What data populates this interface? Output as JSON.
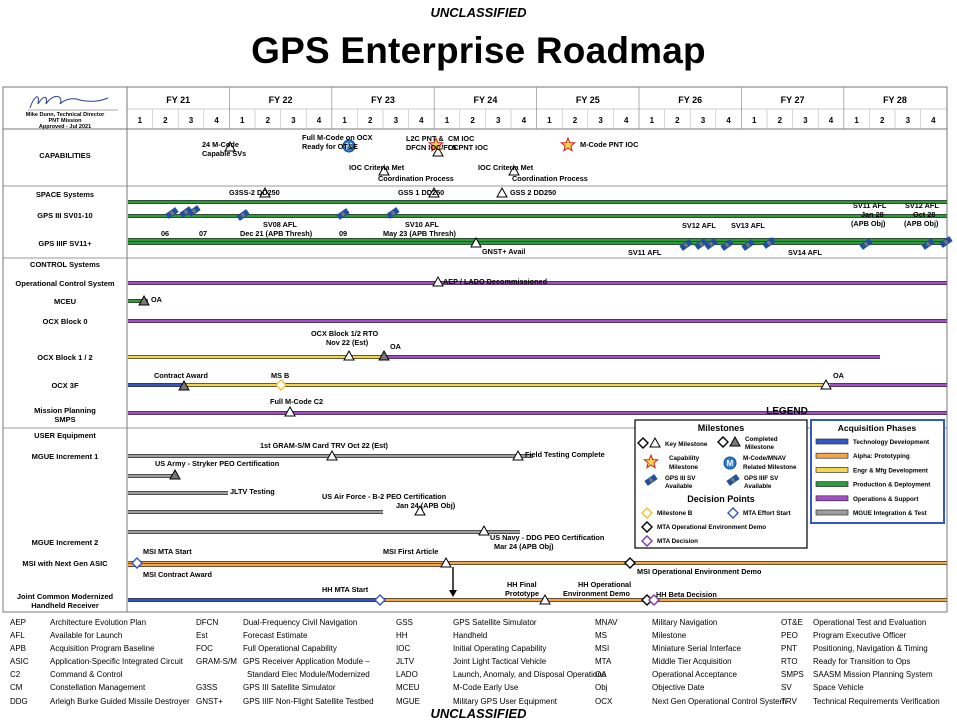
{
  "classification_top": "UNCLASSIFIED",
  "classification_bottom": "UNCLASSIFIED",
  "title": "GPS Enterprise Roadmap",
  "signature": {
    "line1": "Mike Dunn, Technical Director",
    "line2": "PNT Mission",
    "line3": "Approved - Jul 2021"
  },
  "colors": {
    "space": "#2e9b3a",
    "control": "#a64ec8",
    "planning": "#a64ec8",
    "ocx": "#f3d64a",
    "user": "#9e9e9e",
    "msi": "#f3a64a",
    "blue": "#3557c4",
    "star": "#f3d64a",
    "star_edge": "#d32020",
    "sat": "#1f4fa0"
  },
  "chart_data": {
    "type": "gantt",
    "fiscal_years": [
      "FY 21",
      "FY 22",
      "FY 23",
      "FY 24",
      "FY 25",
      "FY 26",
      "FY 27",
      "FY 28"
    ],
    "quarters": [
      "1",
      "2",
      "3",
      "4"
    ],
    "rows": [
      {
        "label": "CAPABILITIES",
        "bold": true
      },
      {
        "label": "SPACE Systems",
        "bold": true
      },
      {
        "label": "GPS III SV01-10",
        "bold": true
      },
      {
        "label": "GPS IIIF SV11+",
        "bold": true
      },
      {
        "label": "CONTROL Systems",
        "bold": true
      },
      {
        "label": "Operational Control System",
        "bold": true
      },
      {
        "label": "MCEU",
        "bold": true
      },
      {
        "label": "OCX Block 0",
        "bold": true
      },
      {
        "label": "OCX Block 1 / 2",
        "bold": true
      },
      {
        "label": "OCX 3F",
        "bold": true
      },
      {
        "label": "Mission Planning",
        "bold": true
      },
      {
        "label": "SMPS",
        "bold": true
      },
      {
        "label": "USER Equipment",
        "bold": true
      },
      {
        "label": "MGUE Increment 1",
        "bold": true
      },
      {
        "label": "MGUE Increment 2",
        "bold": true
      },
      {
        "label": "MSI with Next Gen ASIC",
        "bold": true
      },
      {
        "label": "Joint Common Modernized",
        "bold": true
      },
      {
        "label": "Handheld Receiver",
        "bold": true
      }
    ],
    "annotations": [
      {
        "text": "24 M-Code"
      },
      {
        "text": "Capable SVs"
      },
      {
        "text": "Full M-Code on OCX"
      },
      {
        "text": "Ready for OT&E"
      },
      {
        "text": "L2C PNT &"
      },
      {
        "text": "DFCN IOC/FOC"
      },
      {
        "text": "CM IOC"
      },
      {
        "text": "L5 PNT IOC"
      },
      {
        "text": "M-Code PNT IOC"
      },
      {
        "text": "IOC Criteria Met"
      },
      {
        "text": "Coordination Process"
      },
      {
        "text": "IOC Criteria Met"
      },
      {
        "text": "Coordination Process"
      },
      {
        "text": "G3SS-2 DD250"
      },
      {
        "text": "GSS 1 DD250"
      },
      {
        "text": "GSS 2 DD250"
      },
      {
        "text": "06"
      },
      {
        "text": "07"
      },
      {
        "text": "SV08 AFL"
      },
      {
        "text": "Dec 21 (APB Thresh)"
      },
      {
        "text": "09"
      },
      {
        "text": "SV10 AFL"
      },
      {
        "text": "May 23 (APB Thresh)"
      },
      {
        "text": "GNST+ Avail"
      },
      {
        "text": "SV11 AFL"
      },
      {
        "text": "Jan 28"
      },
      {
        "text": "(APB Obj)"
      },
      {
        "text": "SV12 AFL"
      },
      {
        "text": "Oct 28"
      },
      {
        "text": "(APB Obj)"
      },
      {
        "text": "SV12 AFL"
      },
      {
        "text": "SV13 AFL"
      },
      {
        "text": "SV11 AFL"
      },
      {
        "text": "SV14 AFL"
      },
      {
        "text": "AEP / LADO Decommissioned"
      },
      {
        "text": "OA"
      },
      {
        "text": "OCX Block 1/2 RTO"
      },
      {
        "text": "Nov 22 (Est)"
      },
      {
        "text": "OA"
      },
      {
        "text": "Contract Award"
      },
      {
        "text": "MS B"
      },
      {
        "text": "OA"
      },
      {
        "text": "Full M-Code C2"
      },
      {
        "text": "1st GRAM-S/M Card TRV  Oct 22 (Est)"
      },
      {
        "text": "Field Testing Complete"
      },
      {
        "text": "US Army - Stryker PEO Certification"
      },
      {
        "text": "JLTV Testing"
      },
      {
        "text": "US Air Force - B-2 PEO Certification"
      },
      {
        "text": "Jan 24 (APB Obj)"
      },
      {
        "text": "US Navy - DDG PEO Certification"
      },
      {
        "text": "Mar 24 (APB Obj)"
      },
      {
        "text": "MSI MTA Start"
      },
      {
        "text": "MSI First Article"
      },
      {
        "text": "MSI Contract Award"
      },
      {
        "text": "MSI Operational Environment Demo"
      },
      {
        "text": "HH MTA Start"
      },
      {
        "text": "HH Final"
      },
      {
        "text": "Prototype"
      },
      {
        "text": "HH Operational"
      },
      {
        "text": "Environment Demo"
      },
      {
        "text": "HH Beta Decision"
      }
    ],
    "legend": {
      "title": "LEGEND",
      "milestones_title": "Milestones",
      "milestones": [
        {
          "text": "Key Milestone"
        },
        {
          "text": "Completed"
        },
        {
          "text": "Milestone"
        },
        {
          "text": "Capability"
        },
        {
          "text": "Milestone"
        },
        {
          "text": "M-Code/MNAV"
        },
        {
          "text": "Related Milestone"
        },
        {
          "text": "GPS III SV"
        },
        {
          "text": "Available"
        },
        {
          "text": "GPS IIIF SV"
        },
        {
          "text": "Available"
        }
      ],
      "decision_title": "Decision Points",
      "decisions": [
        {
          "text": "Milestone B"
        },
        {
          "text": "MTA Effort Start"
        },
        {
          "text": "MTA Operational Environment Demo"
        },
        {
          "text": "MTA Decision"
        }
      ],
      "phases_title": "Acquisition Phases",
      "phases": [
        {
          "text": "Technology Development",
          "color": "#3557c4"
        },
        {
          "text": "Alpha: Prototyping",
          "color": "#f3a64a"
        },
        {
          "text": "Engr & Mfg Development",
          "color": "#f3d64a"
        },
        {
          "text": "Production & Deployment",
          "color": "#2e9b3a"
        },
        {
          "text": "Operations & Support",
          "color": "#a64ec8"
        },
        {
          "text": "MGUE Integration & Test",
          "color": "#9e9e9e"
        }
      ]
    }
  },
  "abbreviations": [
    [
      [
        "AEP",
        "Architecture Evolution Plan"
      ],
      [
        "AFL",
        "Available for Launch"
      ],
      [
        "APB",
        "Acquisition Program Baseline"
      ],
      [
        "ASIC",
        "Application-Specific Integrated Circuit"
      ],
      [
        "C2",
        "Command & Control"
      ],
      [
        "CM",
        "Constellation Management"
      ],
      [
        "DDG",
        "Arleigh Burke Guided Missile Destroyer"
      ]
    ],
    [
      [
        "DFCN",
        "Dual-Frequency Civil Navigation"
      ],
      [
        "Est",
        "Forecast Estimate"
      ],
      [
        "FOC",
        "Full Operational Capability"
      ],
      [
        "GRAM-S/M",
        "GPS Receiver Application Module –"
      ],
      [
        "",
        "Standard Elec Module/Modernized"
      ],
      [
        "G3SS",
        "GPS III Satellite Simulator"
      ],
      [
        "GNST+",
        "GPS IIIF Non-Flight Satellite Testbed"
      ]
    ],
    [
      [
        "GSS",
        "GPS Satellite Simulator"
      ],
      [
        "HH",
        "Handheld"
      ],
      [
        "IOC",
        "Initial Operating Capability"
      ],
      [
        "JLTV",
        "Joint Light Tactical Vehicle"
      ],
      [
        "LADO",
        "Launch, Anomaly, and Disposal Operations"
      ],
      [
        "MCEU",
        "M-Code Early Use"
      ],
      [
        "MGUE",
        "Military GPS User Equipment"
      ]
    ],
    [
      [
        "MNAV",
        "Military Navigation"
      ],
      [
        "MS",
        "Milestone"
      ],
      [
        "MSI",
        "Miniature Serial Interface"
      ],
      [
        "MTA",
        "Middle Tier Acquisition"
      ],
      [
        "OA",
        "Operational Acceptance"
      ],
      [
        "Obj",
        "Objective Date"
      ],
      [
        "OCX",
        "Next Gen Operational Control System"
      ]
    ],
    [
      [
        "OT&E",
        "Operational Test and Evaluation"
      ],
      [
        "PEO",
        "Program Executive Officer"
      ],
      [
        "PNT",
        "Positioning, Navigation & Timing"
      ],
      [
        "RTO",
        "Ready for Transition to Ops"
      ],
      [
        "SMPS",
        "SAASM Mission Planning System"
      ],
      [
        "SV",
        "Space Vehicle"
      ],
      [
        "TRV",
        "Technical Requirements Verification"
      ]
    ]
  ]
}
